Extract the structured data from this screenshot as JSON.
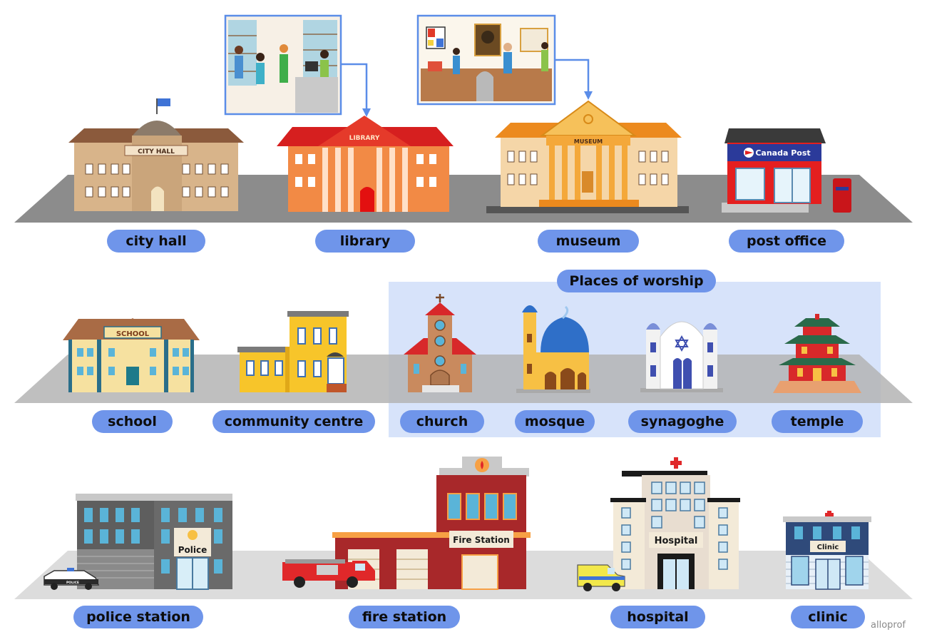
{
  "buildings": {
    "city_hall": {
      "label": "city hall",
      "sign": "CITY HALL"
    },
    "library": {
      "label": "library",
      "sign": "LIBRARY"
    },
    "museum": {
      "label": "museum",
      "sign": "MUSEUM"
    },
    "post_office": {
      "label": "post office",
      "sign": "Canada Post"
    },
    "school": {
      "label": "school",
      "sign": "SCHOOL"
    },
    "community_centre": {
      "label": "community centre"
    },
    "police_station": {
      "label": "police station",
      "sign": "Police",
      "car_sign": "POLICE"
    },
    "fire_station": {
      "label": "fire station",
      "sign": "Fire Station"
    },
    "hospital": {
      "label": "hospital",
      "sign": "Hospital"
    },
    "clinic": {
      "label": "clinic",
      "sign": "Clinic"
    }
  },
  "worship": {
    "title": "Places of worship",
    "church": {
      "label": "church"
    },
    "mosque": {
      "label": "mosque"
    },
    "synagogue": {
      "label": "synagoghe"
    },
    "temple": {
      "label": "temple"
    }
  },
  "brand": "alloprof",
  "colors": {
    "pill": "#6f95ea",
    "worship_panel": "#c9d9f8",
    "road_dark": "#8c8c8c",
    "road_light": "#dcdcdc",
    "callout": "#5b8de8"
  }
}
